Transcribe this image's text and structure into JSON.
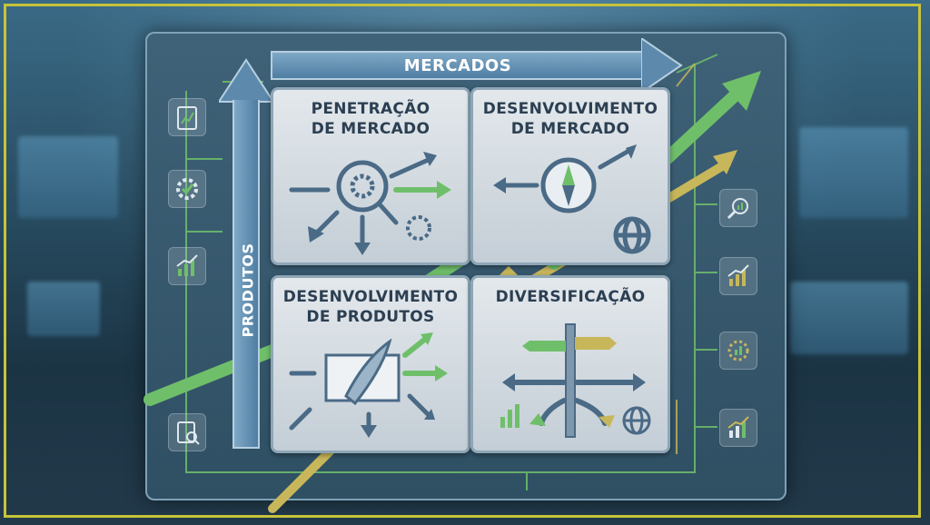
{
  "axes": {
    "horizontal_label": "MERCADOS",
    "vertical_label": "PRODUTOS"
  },
  "quadrants": {
    "top_left": {
      "title": "PENETRAÇÃO\nDE MERCADO"
    },
    "top_right": {
      "title": "DESENVOLVIMENTO\nDE MERCADO"
    },
    "bottom_left": {
      "title": "DESENVOLVIMENTO\nDE PRODUTOS"
    },
    "bottom_right": {
      "title": "DIVERSIFICAÇÃO"
    }
  },
  "left_icons": [
    "clipboard-chart-icon",
    "gear-check-icon",
    "bar-chart-up-icon",
    "clipboard-search-icon"
  ],
  "right_icons": [
    "magnifier-chart-icon",
    "bar-chart-up-icon",
    "gear-chart-icon",
    "bar-chart-up-icon"
  ],
  "colors": {
    "accent_green": "#6fbf6a",
    "accent_gold": "#c8b75a",
    "frame": "#c7c33a",
    "arrow_blue": "#4f7ea3"
  }
}
